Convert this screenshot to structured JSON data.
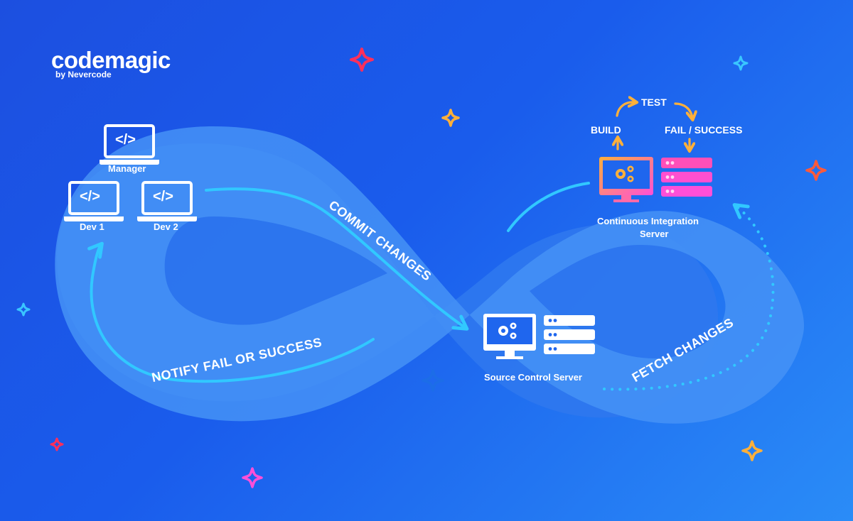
{
  "brand": {
    "logo_text": "codemagic",
    "tagline": "by Nevercode"
  },
  "devices": {
    "manager": "Manager",
    "dev1": "Dev 1",
    "dev2": "Dev 2",
    "code_glyph": "</>"
  },
  "servers": {
    "source_control": "Source Control Server",
    "ci_line1": "Continuous Integration",
    "ci_line2": "Server"
  },
  "ci_steps": {
    "build": "BUILD",
    "test": "TEST",
    "result": "FAIL / SUCCESS"
  },
  "flows": {
    "commit": "COMMIT CHANGES",
    "fetch": "FETCH CHANGES",
    "notify": "NOTIFY FAIL OR SUCCESS"
  },
  "colors": {
    "background": "#1a55e6",
    "loop": "#3e8ff5",
    "arrow": "#31c8ff",
    "accent_orange": "#ffb03a",
    "accent_pink": "#ff4fd8",
    "accent_red": "#ff2f5b"
  }
}
